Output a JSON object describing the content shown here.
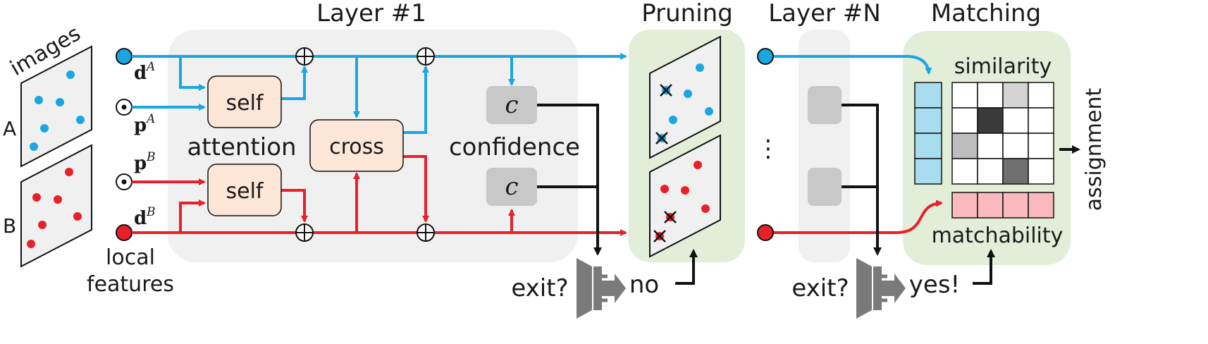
{
  "labels": {
    "layer1": "Layer #1",
    "pruning": "Pruning",
    "layerN": "Layer #N",
    "matching": "Matching",
    "images": "images",
    "image_a": "A",
    "image_b": "B",
    "local": "local",
    "features": "features",
    "dA": "d",
    "dA_sup": "A",
    "pA": "p",
    "pA_sup": "A",
    "pB": "p",
    "pB_sup": "B",
    "dB": "d",
    "dB_sup": "B",
    "self": "self",
    "cross": "cross",
    "attention": "attention",
    "confidence": "confidence",
    "c": "c",
    "exit": "exit?",
    "no": "no",
    "yes": "yes!",
    "ellipsis": "⋮",
    "similarity": "similarity",
    "matchability": "matchability",
    "assignment": "assignment"
  },
  "colors": {
    "blue": "#1aa6e0",
    "red": "#e8202a",
    "black": "#111111",
    "panel_gray": "#f0f0f0",
    "panel_green": "#e2eed8",
    "module_fill": "#fbe6d8",
    "conf_fill": "#c8c8c8",
    "vec_blue": "#a8dcef",
    "vec_red": "#f9b9bd"
  },
  "icons": {
    "exit_icon": "exit-door-icon",
    "sum_node": "circled-plus-icon",
    "pos_node": "circled-dot-icon",
    "prune_mark": "cross-mark-icon"
  }
}
